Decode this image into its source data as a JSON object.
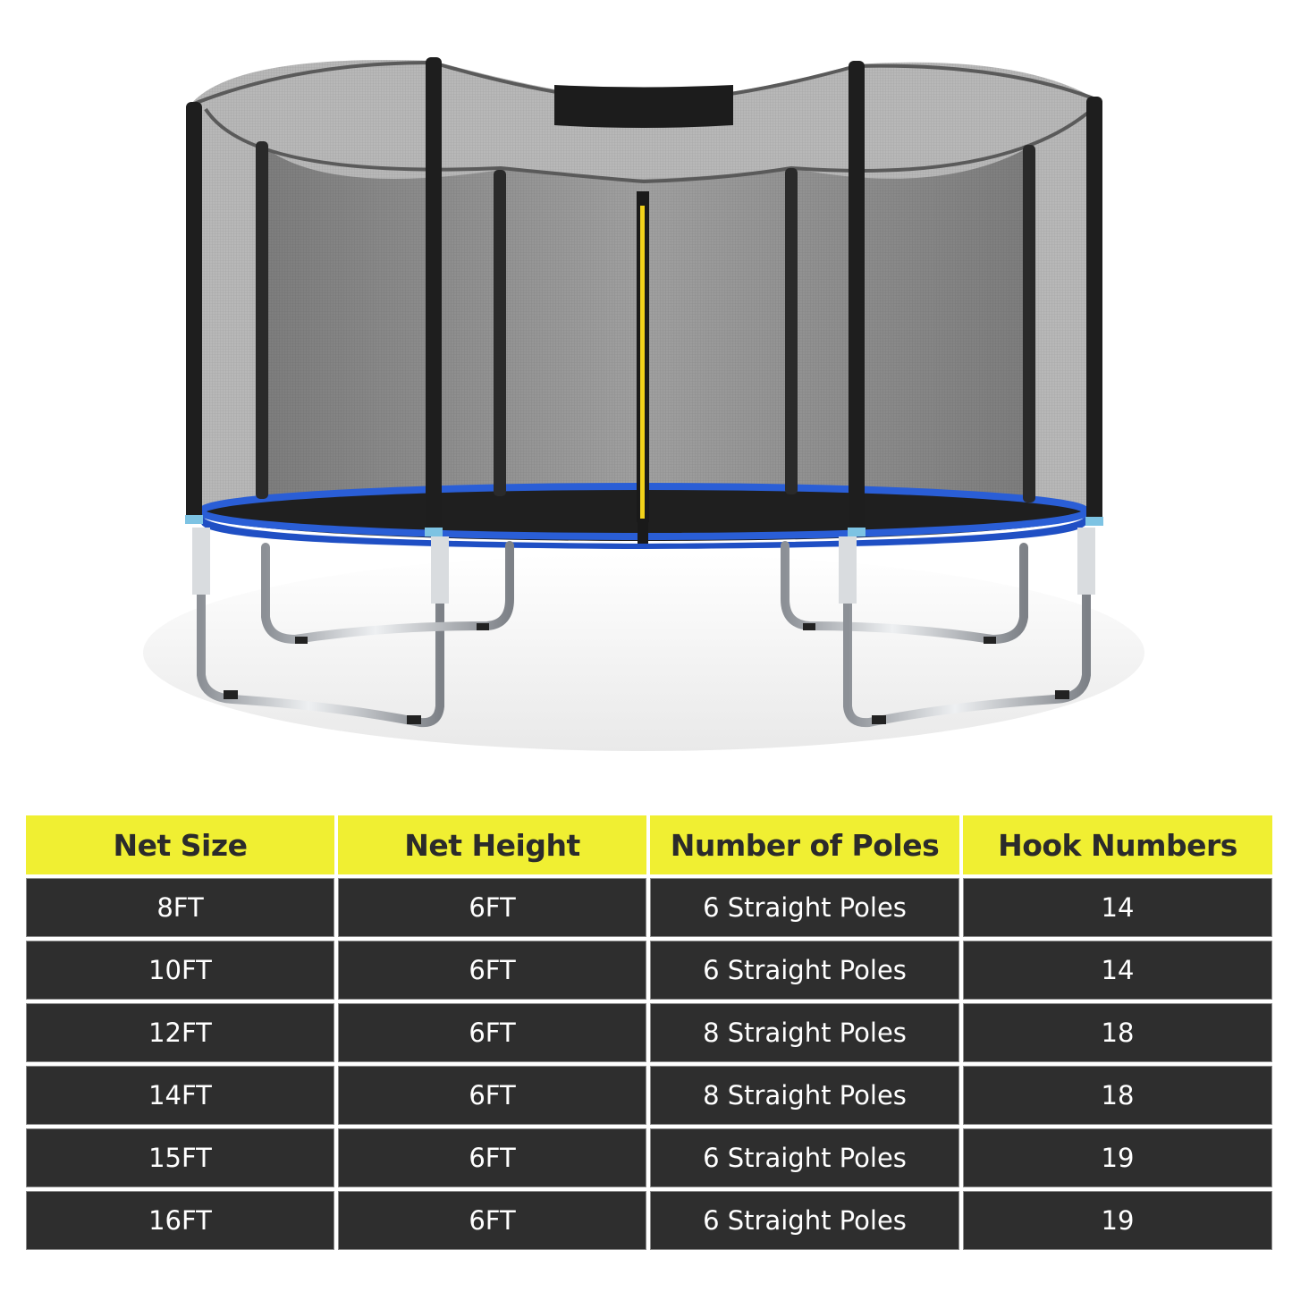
{
  "image": {
    "subject": "Round trampoline with safety enclosure net, ladder",
    "colors": {
      "frame_pad": "#1f4fc4",
      "net": "#3a3a3a",
      "poles": "#1e1e1e",
      "zipper": "#f2d21a",
      "steel": "#c0c4c8"
    }
  },
  "table": {
    "header_color": "#f0ef32",
    "row_color": "#2e2e2e",
    "headers": [
      "Net Size",
      "Net Height",
      "Number of Poles",
      "Hook Numbers"
    ],
    "rows": [
      [
        "8FT",
        "6FT",
        "6 Straight Poles",
        "14"
      ],
      [
        "10FT",
        "6FT",
        "6 Straight Poles",
        "14"
      ],
      [
        "12FT",
        "6FT",
        "8 Straight Poles",
        "18"
      ],
      [
        "14FT",
        "6FT",
        "8 Straight Poles",
        "18"
      ],
      [
        "15FT",
        "6FT",
        "6 Straight Poles",
        "19"
      ],
      [
        "16FT",
        "6FT",
        "6 Straight Poles",
        "19"
      ]
    ]
  }
}
